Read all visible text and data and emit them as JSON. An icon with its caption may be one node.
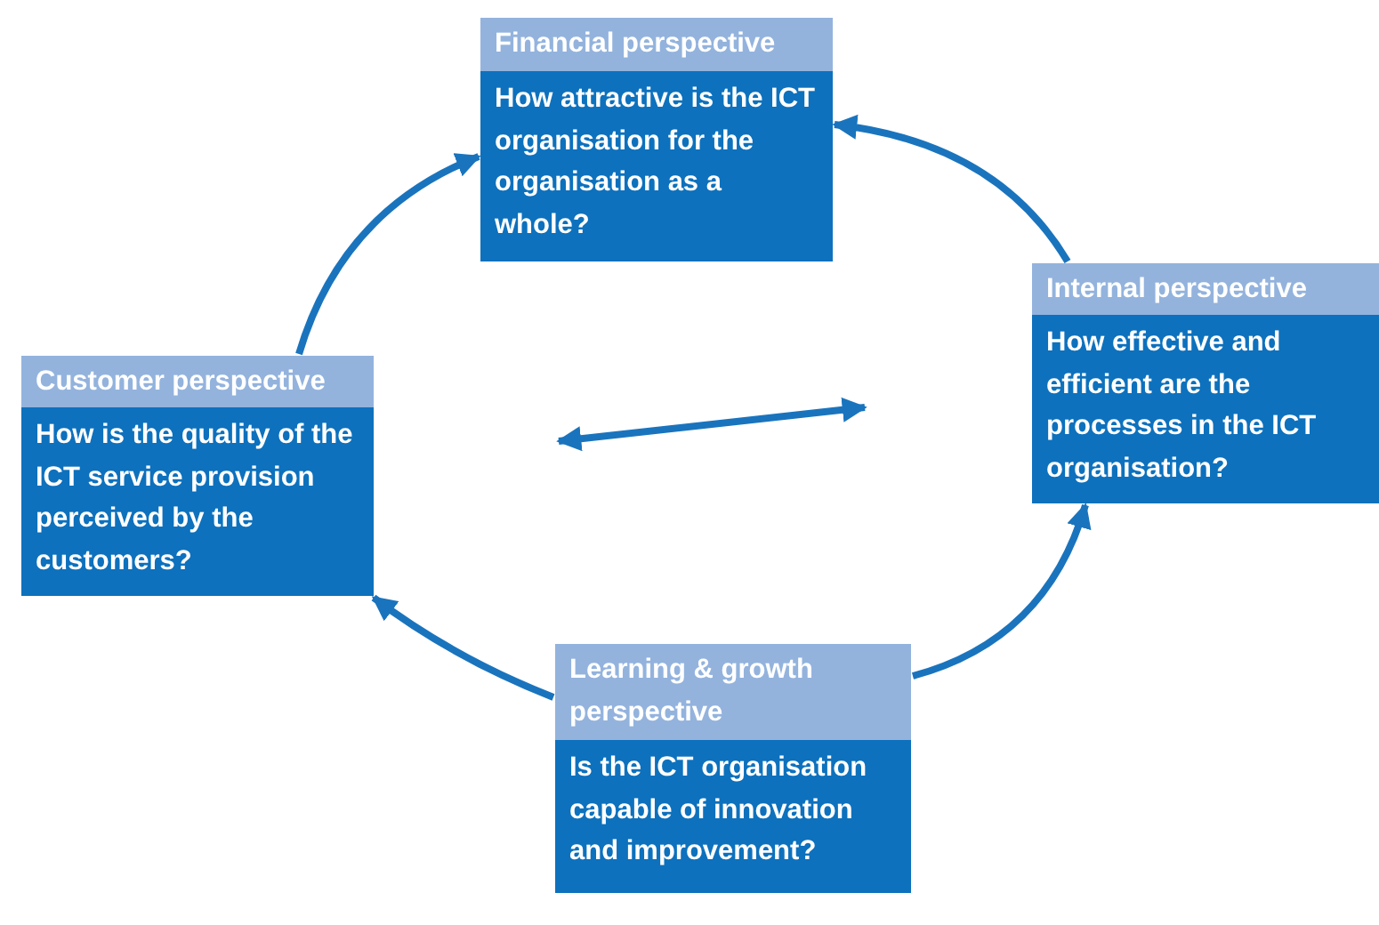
{
  "diagram": {
    "nodes": [
      {
        "text": [
          "Financial perspective",
          "How attractive is the ICT organisation for the organisation as a whole?"
        ]
      },
      {
        "text": [
          "Customer perspective",
          "How is the quality of the ICT service provision perceived by the customers?"
        ]
      },
      {
        "text": [
          "Internal perspective",
          "How effective and efficient are the processes in the ICT organisation?"
        ]
      },
      {
        "text": [
          "Learning & growth perspective",
          "Is the ICT organisation capable of innovation and improvement?"
        ]
      }
    ],
    "edges": [
      {
        "from": 1,
        "to": 0,
        "arrow": "to"
      },
      {
        "from": 2,
        "to": 0,
        "arrow": "to"
      },
      {
        "from": 3,
        "to": 2,
        "arrow": "to"
      },
      {
        "from": 3,
        "to": 1,
        "arrow": "to"
      }
    ]
  }
}
